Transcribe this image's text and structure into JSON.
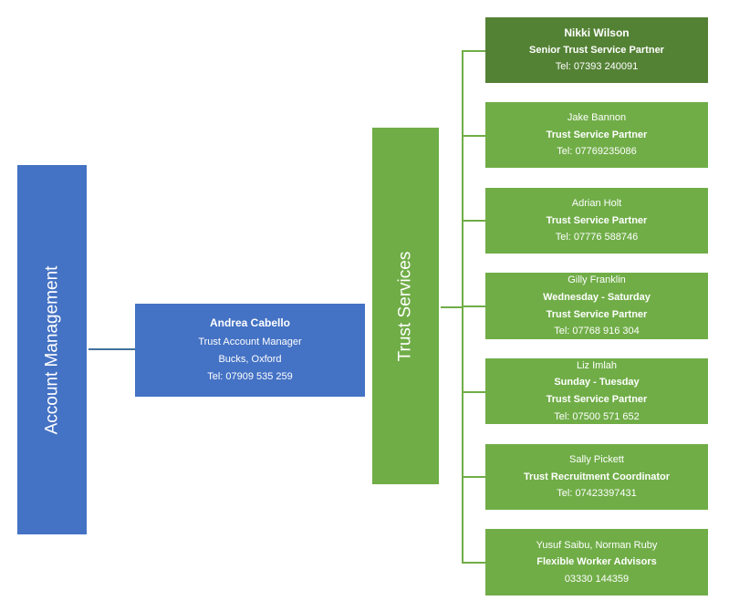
{
  "colors": {
    "blue": "#4472c4",
    "green": "#70ad47",
    "dark_green": "#548235",
    "connector": "#41719c"
  },
  "account_management": {
    "label": "Account Management"
  },
  "manager": {
    "name": "Andrea Cabello",
    "role": "Trust Account Manager",
    "location": "Bucks, Oxford",
    "tel": "Tel: 07909 535 259"
  },
  "trust_services": {
    "label": "Trust Services"
  },
  "cards": [
    {
      "lines": [
        "Nikki Wilson",
        "Senior Trust Service Partner",
        "Tel: 07393 240091"
      ]
    },
    {
      "lines": [
        "Jake Bannon",
        "Trust Service Partner",
        "Tel: 07769235086"
      ]
    },
    {
      "lines": [
        "Adrian Holt",
        "Trust Service Partner",
        "Tel: 07776 588746"
      ]
    },
    {
      "lines": [
        "Gilly Franklin",
        "Wednesday - Saturday",
        "Trust Service Partner",
        "Tel: 07768 916 304"
      ]
    },
    {
      "lines": [
        "Liz Imlah",
        "Sunday - Tuesday",
        "Trust Service Partner",
        "Tel: 07500 571 652"
      ]
    },
    {
      "lines": [
        "Sally Pickett",
        "Trust Recruitment Coordinator",
        "Tel: 07423397431"
      ]
    },
    {
      "lines": [
        "Yusuf Saibu, Norman Ruby",
        "Flexible Worker Advisors",
        "03330 144359"
      ]
    }
  ]
}
